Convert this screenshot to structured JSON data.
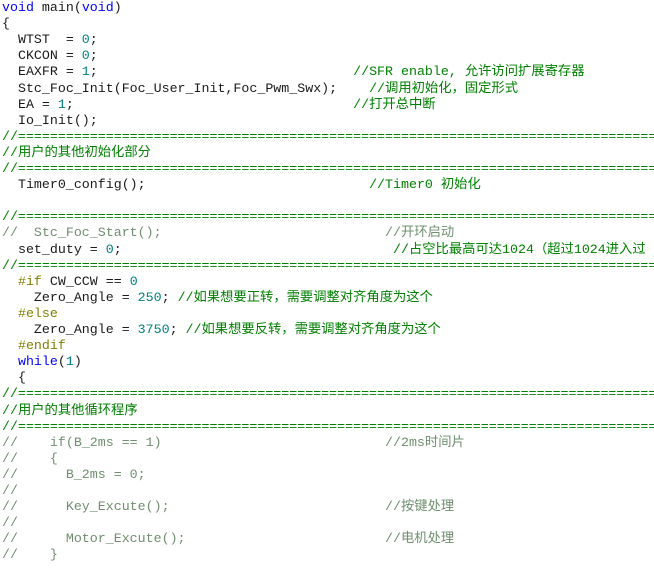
{
  "editor": {
    "lines": [
      [
        {
          "t": "void",
          "c": "kw"
        },
        {
          "t": " main(",
          "c": ""
        },
        {
          "t": "void",
          "c": "kw"
        },
        {
          "t": ")",
          "c": ""
        }
      ],
      [
        {
          "t": "{",
          "c": ""
        }
      ],
      [
        {
          "t": "  WTST  = ",
          "c": ""
        },
        {
          "t": "0",
          "c": "num"
        },
        {
          "t": ";",
          "c": ""
        }
      ],
      [
        {
          "t": "  CKCON = ",
          "c": ""
        },
        {
          "t": "0",
          "c": "num"
        },
        {
          "t": ";",
          "c": ""
        }
      ],
      [
        {
          "t": "  EAXFR = ",
          "c": ""
        },
        {
          "t": "1",
          "c": "num"
        },
        {
          "t": ";                                ",
          "c": ""
        },
        {
          "t": "//SFR enable, 允许访问扩展寄存器",
          "c": "cm"
        }
      ],
      [
        {
          "t": "  Stc_Foc_Init(Foc_User_Init,Foc_Pwm_Swx);    ",
          "c": ""
        },
        {
          "t": "//调用初始化，固定形式",
          "c": "cm"
        }
      ],
      [
        {
          "t": "  EA = ",
          "c": ""
        },
        {
          "t": "1",
          "c": "num"
        },
        {
          "t": ";                                   ",
          "c": ""
        },
        {
          "t": "//打开总中断",
          "c": "cm"
        }
      ],
      [
        {
          "t": "  Io_Init();",
          "c": ""
        }
      ],
      [
        {
          "t": "//================================================================================",
          "c": "sep"
        }
      ],
      [
        {
          "t": "//用户的其他初始化部分",
          "c": "cm"
        }
      ],
      [
        {
          "t": "//================================================================================",
          "c": "sep"
        }
      ],
      [
        {
          "t": "  Timer0_config();                            ",
          "c": ""
        },
        {
          "t": "//Timer0 初始化",
          "c": "cm"
        }
      ],
      [],
      [
        {
          "t": "//================================================================================",
          "c": "sep"
        }
      ],
      [
        {
          "t": "//  Stc_Foc_Start();                            //开环启动",
          "c": "dim"
        }
      ],
      [
        {
          "t": "  set_duty = ",
          "c": ""
        },
        {
          "t": "0",
          "c": "num"
        },
        {
          "t": ";                                  ",
          "c": ""
        },
        {
          "t": "//占空比最高可达1024（超过1024进入过",
          "c": "cm"
        }
      ],
      [
        {
          "t": "//================================================================================",
          "c": "sep"
        }
      ],
      [
        {
          "t": "  #if",
          "c": "pp"
        },
        {
          "t": " CW_CCW == ",
          "c": ""
        },
        {
          "t": "0",
          "c": "num"
        }
      ],
      [
        {
          "t": "    Zero_Angle = ",
          "c": ""
        },
        {
          "t": "250",
          "c": "num"
        },
        {
          "t": "; ",
          "c": ""
        },
        {
          "t": "//如果想要正转，需要调整对齐角度为这个",
          "c": "cm"
        }
      ],
      [
        {
          "t": "  #else",
          "c": "pp"
        }
      ],
      [
        {
          "t": "    Zero_Angle = ",
          "c": ""
        },
        {
          "t": "3750",
          "c": "num"
        },
        {
          "t": "; ",
          "c": ""
        },
        {
          "t": "//如果想要反转，需要调整对齐角度为这个",
          "c": "cm"
        }
      ],
      [
        {
          "t": "  #endif",
          "c": "pp"
        }
      ],
      [
        {
          "t": "  while",
          "c": "kw"
        },
        {
          "t": "(",
          "c": ""
        },
        {
          "t": "1",
          "c": "num"
        },
        {
          "t": ")",
          "c": ""
        }
      ],
      [
        {
          "t": "  {",
          "c": ""
        }
      ],
      [
        {
          "t": "//================================================================================",
          "c": "sep"
        }
      ],
      [
        {
          "t": "//用户的其他循环程序",
          "c": "cm"
        }
      ],
      [
        {
          "t": "//================================================================================",
          "c": "sep"
        }
      ],
      [
        {
          "t": "//    if(B_2ms == 1)                            //2ms时间片",
          "c": "dim"
        }
      ],
      [
        {
          "t": "//    {",
          "c": "dim"
        }
      ],
      [
        {
          "t": "//      B_2ms = 0;",
          "c": "dim"
        }
      ],
      [
        {
          "t": "//",
          "c": "dim"
        }
      ],
      [
        {
          "t": "//      Key_Excute();                           //按键处理",
          "c": "dim"
        }
      ],
      [
        {
          "t": "//",
          "c": "dim"
        }
      ],
      [
        {
          "t": "//      Motor_Excute();                         //电机处理",
          "c": "dim"
        }
      ],
      [
        {
          "t": "//    }",
          "c": "dim"
        }
      ]
    ]
  }
}
